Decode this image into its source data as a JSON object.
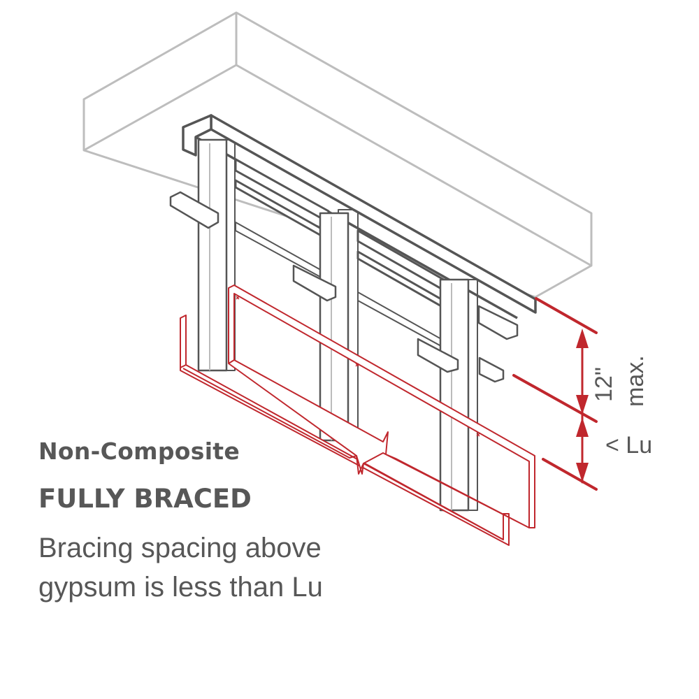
{
  "colors": {
    "red": "#c0272d",
    "slab": "#bdbdbd",
    "steel": "#555555",
    "text": "#575757"
  },
  "labels": {
    "title": "Non-Composite",
    "subtitle": "FULLY BRACED",
    "description_line1": "Bracing spacing above",
    "description_line2": "gypsum is less than Lu"
  },
  "dimensions": {
    "upper_value": "12\"",
    "upper_qualifier": "max.",
    "lower": "< Lu"
  }
}
